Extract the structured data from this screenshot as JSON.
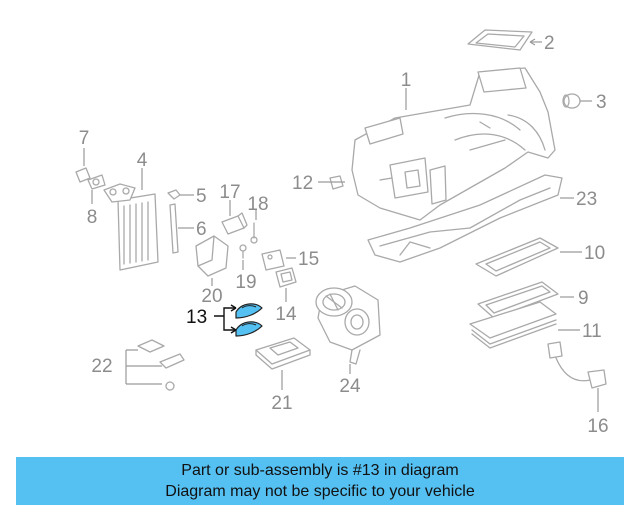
{
  "diagram": {
    "callouts": [
      "1",
      "2",
      "3",
      "4",
      "5",
      "6",
      "7",
      "8",
      "9",
      "10",
      "11",
      "12",
      "13",
      "14",
      "15",
      "16",
      "17",
      "18",
      "19",
      "20",
      "21",
      "22",
      "23",
      "24"
    ],
    "highlighted_part": "13",
    "highlight_color": "#55c0f2"
  },
  "banner": {
    "line1": "Part or sub-assembly is #13 in diagram",
    "line2": "Diagram may not be specific to your vehicle",
    "background": "#55c0f2"
  }
}
